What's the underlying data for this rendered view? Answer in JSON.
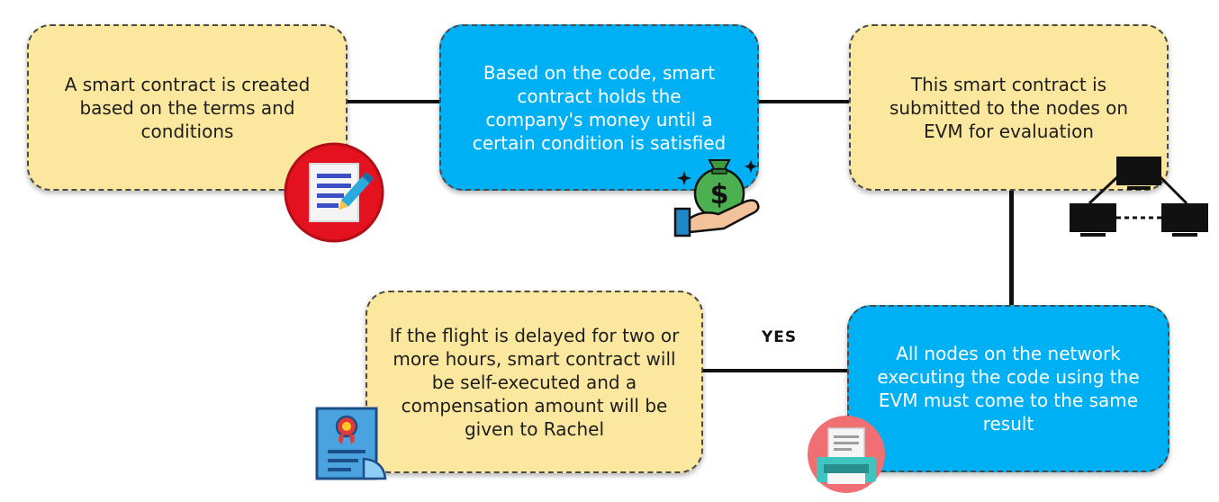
{
  "steps": [
    {
      "id": "create",
      "text": "A smart contract is created based on the terms and conditions",
      "color": "#fbe79e"
    },
    {
      "id": "hold",
      "text": "Based on the code, smart contract holds the company's money until a certain condition is satisfied",
      "color": "#00b0f4"
    },
    {
      "id": "submit",
      "text": "This smart contract is submitted to the nodes on EVM for evaluation",
      "color": "#fbe79e"
    },
    {
      "id": "execute",
      "text": "All nodes on the network executing the code using the EVM must come to the same result",
      "color": "#00b0f4"
    },
    {
      "id": "payout",
      "text": "If the flight is delayed for two or more hours, smart contract will be self-executed and a compensation amount will be given to Rachel",
      "color": "#fbe79e"
    }
  ],
  "edge_label": "YES",
  "icons": [
    "document-pen-icon",
    "money-bag-hand-icon",
    "computer-network-icon",
    "printer-icon",
    "certificate-icon"
  ]
}
